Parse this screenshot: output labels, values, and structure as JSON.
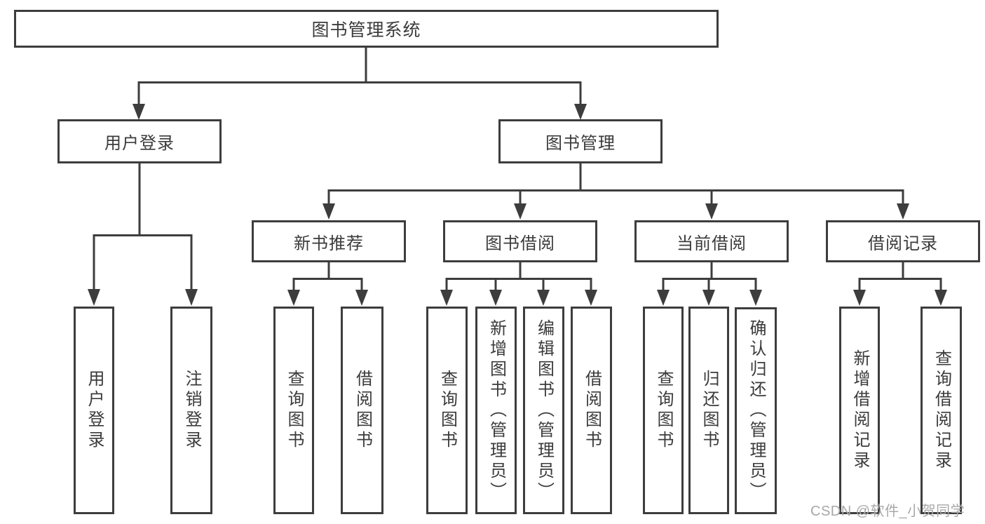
{
  "colors": {
    "line": "#3d3d3d",
    "text": "#3b3b3b",
    "box_fill": "#ffffff",
    "watermark": "#a8a8a8"
  },
  "watermark": "CSDN @软件_小贺同学",
  "nodes": {
    "root": "图书管理系统",
    "l2": [
      "用户登录",
      "图书管理"
    ],
    "l3": [
      "新书推荐",
      "图书借阅",
      "当前借阅",
      "借阅记录"
    ],
    "leaves_user": [
      "用户登录",
      "注销登录"
    ],
    "leaves_recommend": [
      "查询图书",
      "借阅图书"
    ],
    "leaves_borrow": [
      "查询图书",
      "新增图书（管理员）",
      "编辑图书（管理员）",
      "借阅图书"
    ],
    "leaves_current": [
      "查询图书",
      "归还图书",
      "确认归还（管理员）"
    ],
    "leaves_records": [
      "新增借阅记录",
      "查询借阅记录"
    ]
  }
}
